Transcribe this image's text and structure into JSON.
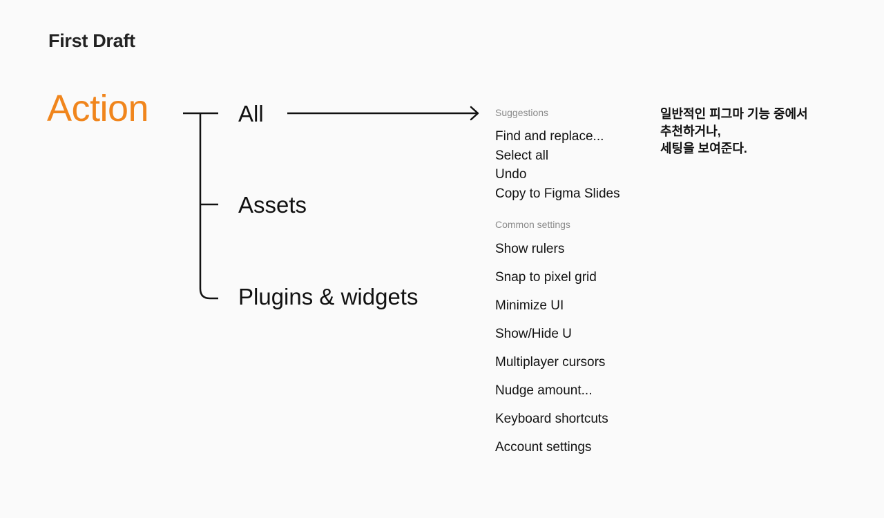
{
  "title": "First Draft",
  "root": {
    "label": "Action",
    "color": "#f0851c"
  },
  "branches": {
    "all": "All",
    "assets": "Assets",
    "plugins": "Plugins & widgets"
  },
  "panel": {
    "suggestions_heading": "Suggestions",
    "suggestions": [
      "Find and replace...",
      "Select all",
      "Undo",
      "Copy to Figma Slides"
    ],
    "common_heading": "Common settings",
    "common": [
      "Show rulers",
      "Snap to pixel grid",
      "Minimize UI",
      "Show/Hide U",
      "Multiplayer cursors",
      "Nudge amount...",
      "Keyboard shortcuts",
      "Account settings"
    ]
  },
  "note": {
    "lines": [
      "일반적인 피그마 기능 중에서",
      "추천하거나,",
      "세팅을 보여준다."
    ]
  }
}
